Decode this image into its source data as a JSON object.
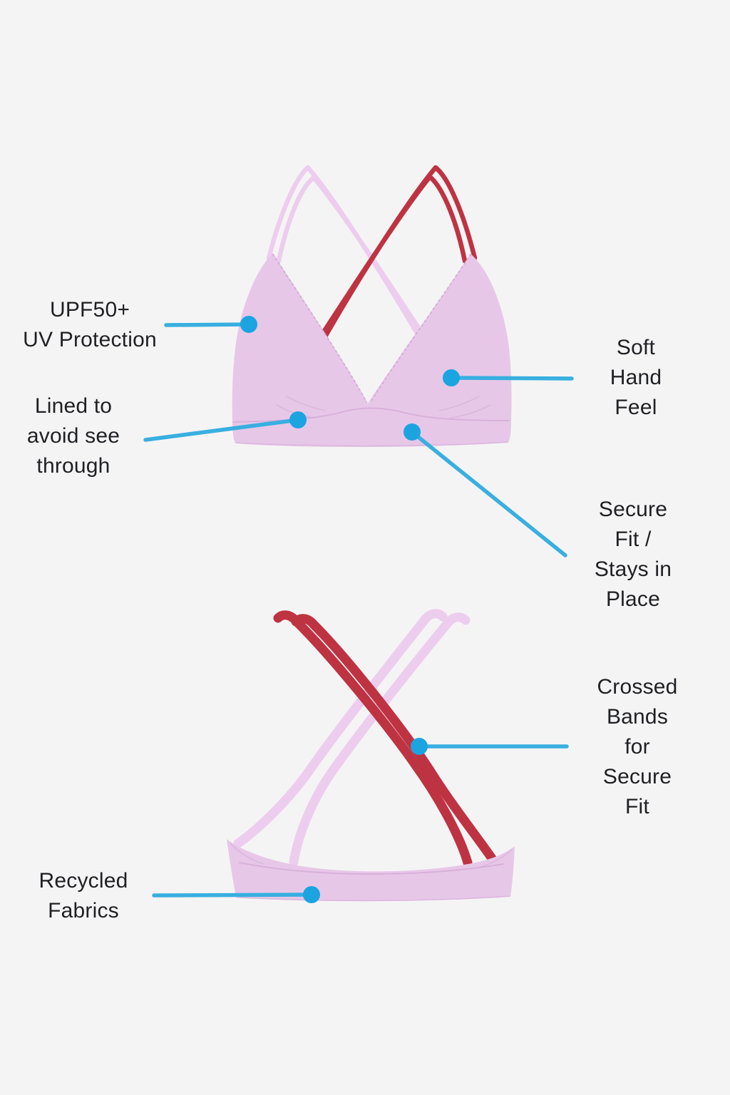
{
  "page": {
    "description": "Product feature infographic showing a bikini top front and back view with annotated feature callouts"
  },
  "product": {
    "item": "triangle-bikini-top",
    "views": [
      "front",
      "back"
    ],
    "colors": {
      "background": "#F5F4F5",
      "garment": "#E7C7E8",
      "garment_shade": "#CFA5D2",
      "strap_red": "#BE3342",
      "strap_pink": "#EDCDEE",
      "callout_line": "#38AFE0",
      "callout_dot": "#1BA4E0",
      "text": "#1F2023"
    }
  },
  "callouts": [
    {
      "id": "upf",
      "label": "UPF50+\nUV Protection"
    },
    {
      "id": "lined",
      "label": "Lined to\navoid see\nthrough"
    },
    {
      "id": "soft_hand",
      "label": "Soft Hand\nFeel"
    },
    {
      "id": "secure_fit",
      "label": "Secure Fit /\nStays in\nPlace"
    },
    {
      "id": "crossed_bands",
      "label": "Crossed\nBands for\nSecure Fit"
    },
    {
      "id": "recycled",
      "label": "Recycled\nFabrics"
    }
  ]
}
